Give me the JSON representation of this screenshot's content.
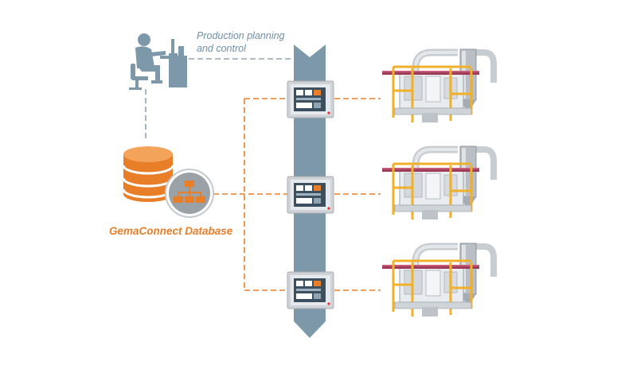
{
  "labels": {
    "planning_line1": "Production planning",
    "planning_line2": "and control",
    "database": "GemaConnect Database"
  },
  "icons": [
    "person-at-computer-icon",
    "database-icon",
    "network-hierarchy-icon",
    "control-panel-icon",
    "powder-booth-icon"
  ],
  "colors": {
    "accent_orange": "#e87e28",
    "steel_blue": "#7d98a8",
    "planning_text": "#6f8fa5",
    "connector_blue": "#8fa5b3",
    "panel_gray": "#c9ccd0",
    "frame_yellow": "#f0b02a"
  }
}
